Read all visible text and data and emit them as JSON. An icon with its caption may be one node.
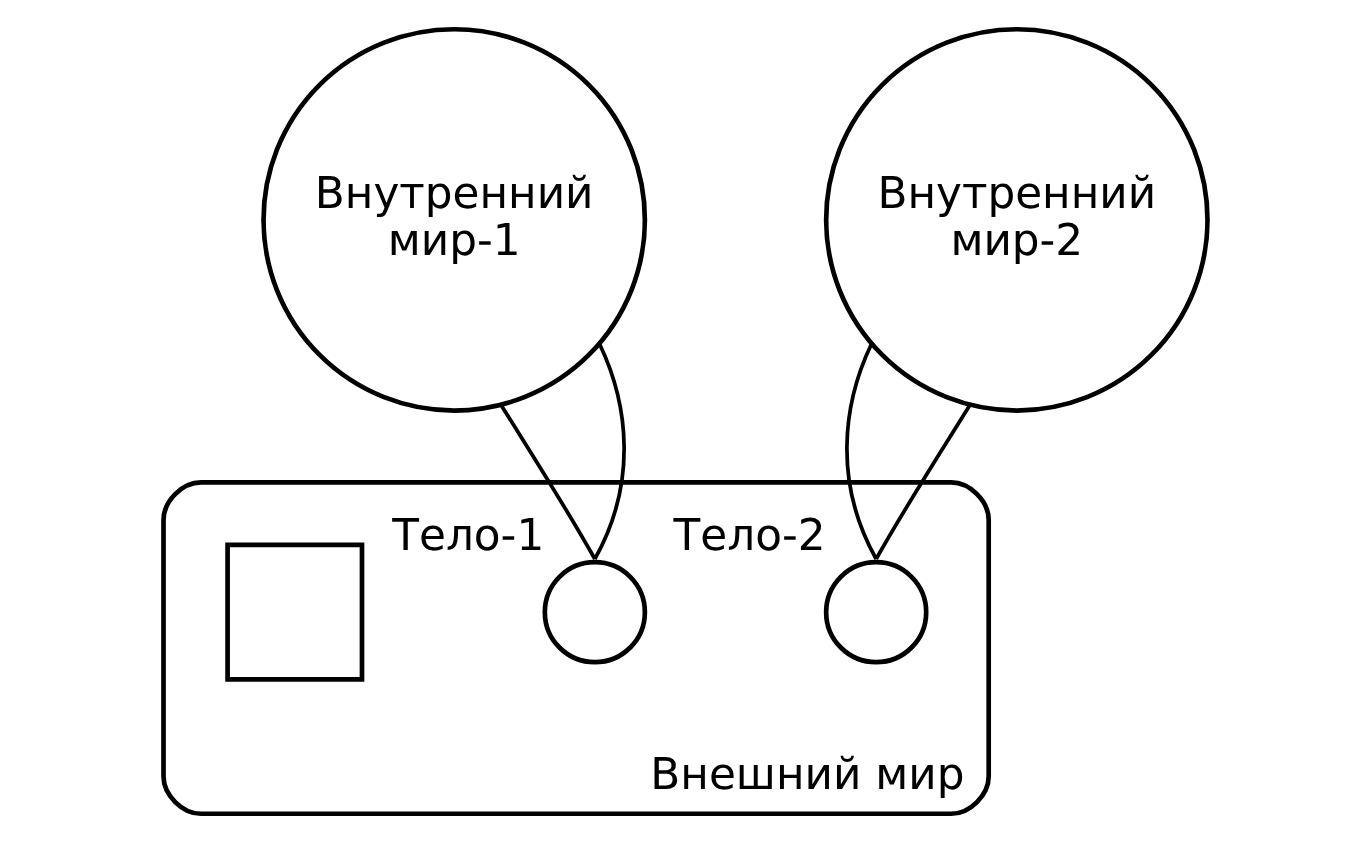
{
  "diagram": {
    "nodes": [
      {
        "text": [
          "Внутренний мир-1"
        ]
      },
      {
        "text": [
          "Внутренний мир-2"
        ]
      },
      {
        "text": [
          "Внешний мир"
        ]
      },
      {
        "text": [],
        "shape": "circle",
        "beside": [
          "Тело-1"
        ],
        "in": 2
      },
      {
        "text": [],
        "shape": "circle",
        "beside": [
          "Тело-2"
        ],
        "in": 2
      },
      {
        "text": [],
        "shape": "box",
        "in": 2
      }
    ],
    "edges": [
      {
        "from": 0,
        "to": 3,
        "arrow": "none"
      },
      {
        "from": 0,
        "to": 3,
        "arrow": "none"
      },
      {
        "from": 1,
        "to": 4,
        "arrow": "none"
      },
      {
        "from": 1,
        "to": 4,
        "arrow": "none"
      }
    ]
  }
}
